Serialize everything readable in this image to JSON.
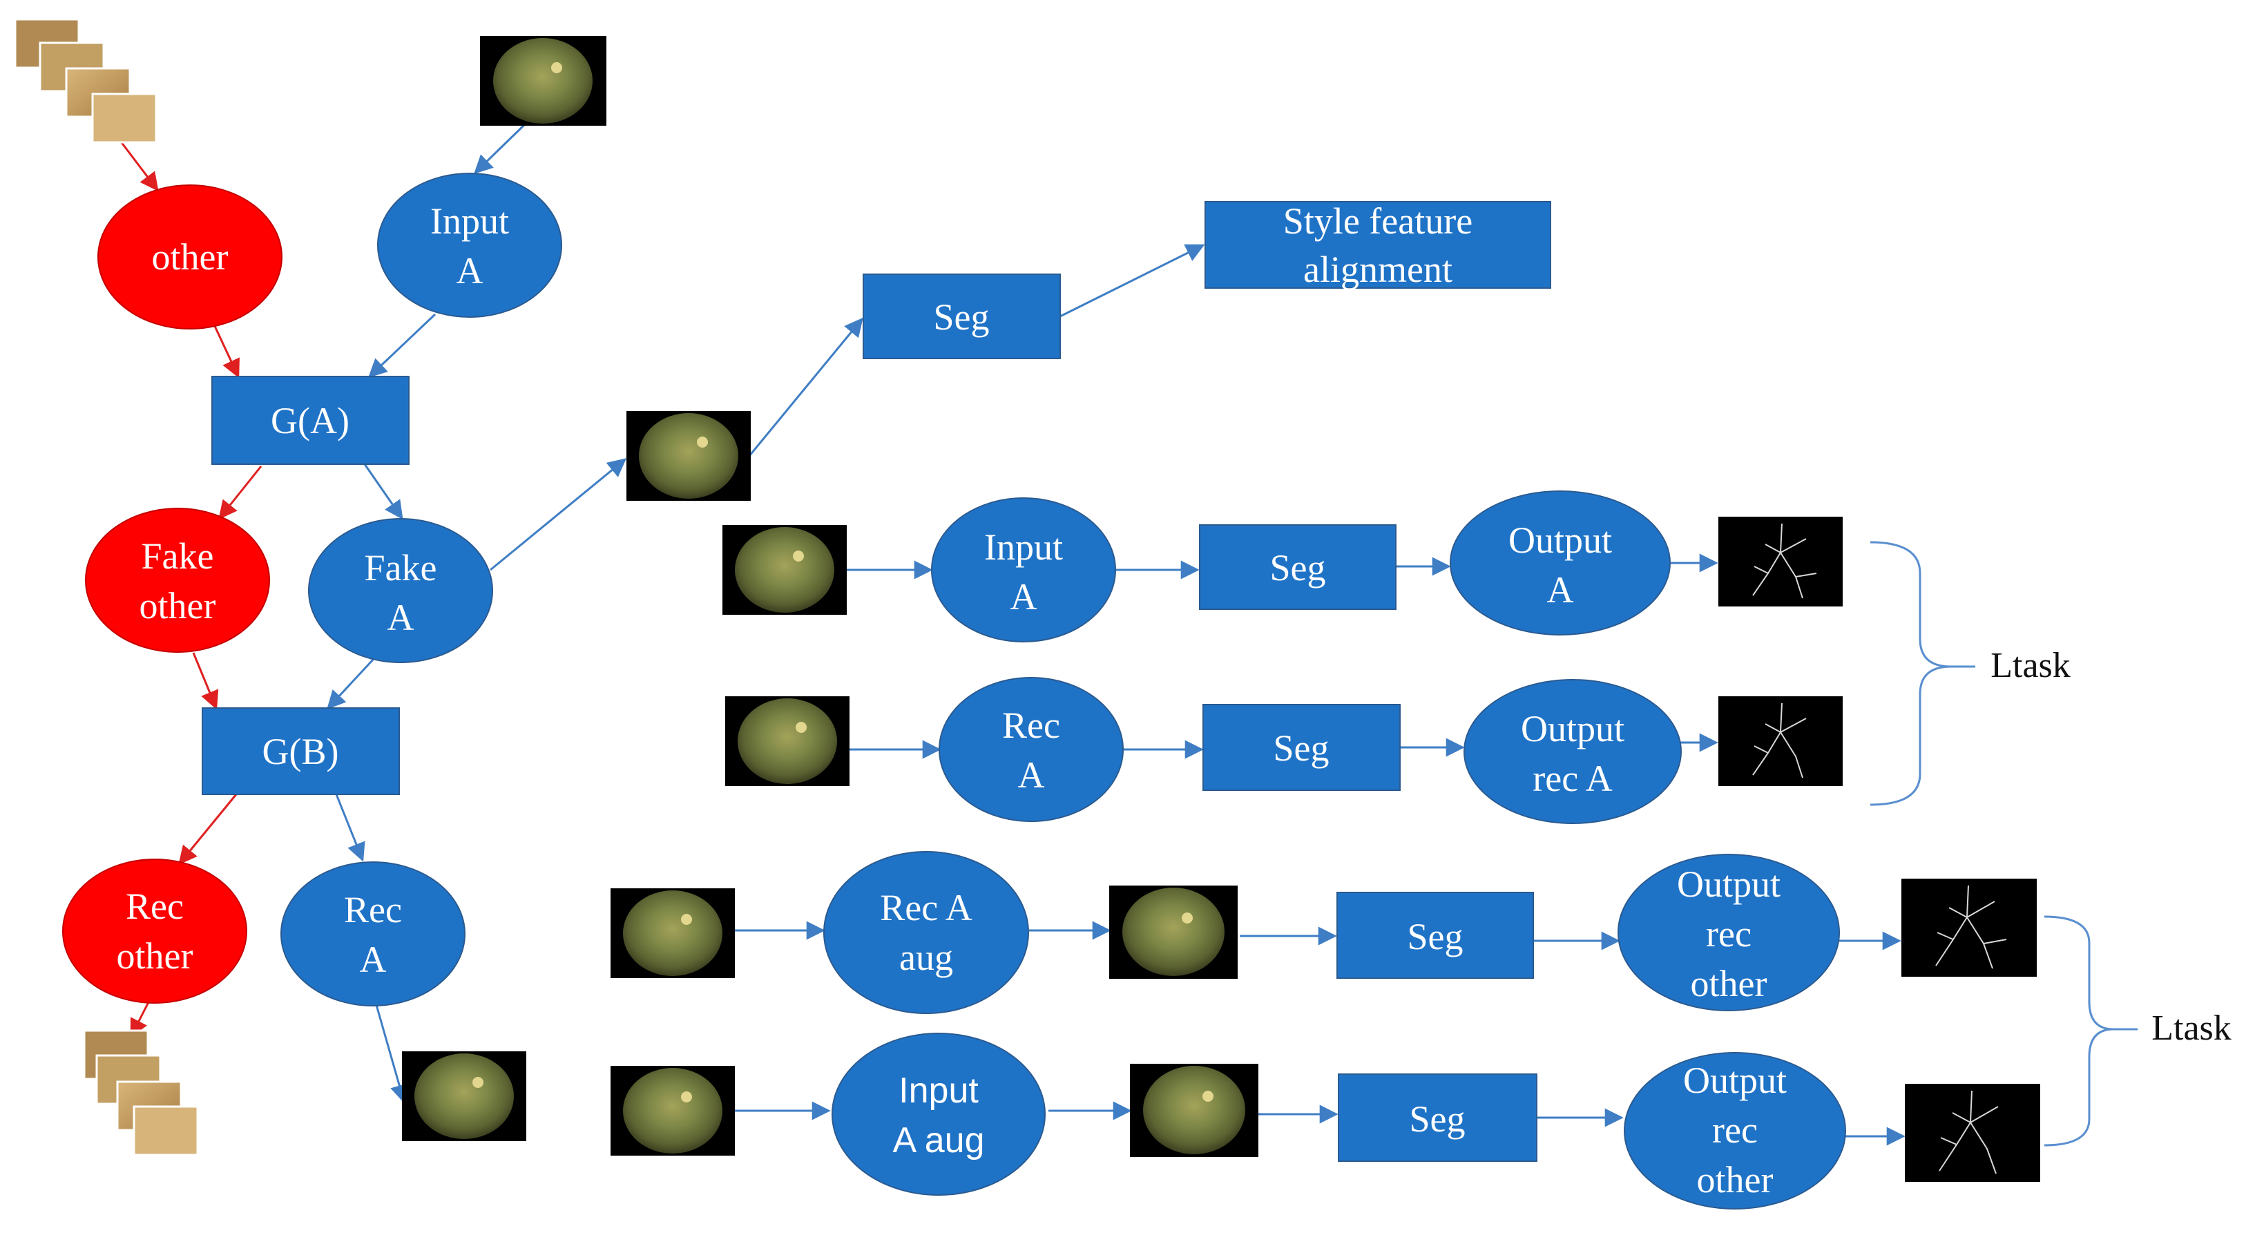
{
  "colors": {
    "blue": "#1f73c7",
    "blue_stroke": "#2a5a90",
    "red": "#ff0000",
    "arrow_blue": "#3f7ec4",
    "arrow_red": "#e02020",
    "text_light": "#ffffff",
    "text_dark": "#111111",
    "brace": "#5a8fcf",
    "mask_bg": "#000000"
  },
  "nodes": {
    "other": {
      "label": "other"
    },
    "input_a": {
      "line1": "Input",
      "line2": "A"
    },
    "ga": {
      "label": "G(A)"
    },
    "fake_other": {
      "line1": "Fake",
      "line2": "other"
    },
    "fake_a": {
      "line1": "Fake",
      "line2": "A"
    },
    "gb": {
      "label": "G(B)"
    },
    "rec_other": {
      "line1": "Rec",
      "line2": "other"
    },
    "rec_a": {
      "line1": "Rec",
      "line2": "A"
    },
    "seg_top": {
      "label": "Seg"
    },
    "style": {
      "line1": "Style feature",
      "line2": "alignment"
    },
    "input_a_r1": {
      "line1": "Input",
      "line2": "A"
    },
    "seg_r1": {
      "label": "Seg"
    },
    "output_a": {
      "line1": "Output",
      "line2": "A"
    },
    "rec_a_r2": {
      "line1": "Rec",
      "line2": "A"
    },
    "seg_r2": {
      "label": "Seg"
    },
    "output_rec_a": {
      "line1": "Output",
      "line2": "rec A"
    },
    "rec_a_aug": {
      "line1": "Rec A",
      "line2": "aug"
    },
    "seg_r3": {
      "label": "Seg"
    },
    "output_rec_other_1": {
      "line1": "Output",
      "line2": "rec",
      "line3": "other"
    },
    "input_a_aug": {
      "line1": "Input",
      "line2": "A aug"
    },
    "seg_r4": {
      "label": "Seg"
    },
    "output_rec_other_2": {
      "line1": "Output",
      "line2": "rec",
      "line3": "other"
    }
  },
  "loss_labels": {
    "ltask_upper": "Ltask",
    "ltask_lower": "Ltask"
  },
  "images": {
    "retina_icon": "retina-fundus-image",
    "mask_icon": "vessel-segmentation-mask",
    "stack_icon": "other-domain-image-stack"
  }
}
